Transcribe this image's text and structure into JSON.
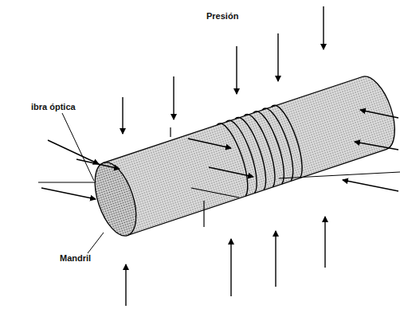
{
  "diagram": {
    "labels": [
      "Presión",
      "ibra óptica",
      "Mandril"
    ]
  }
}
